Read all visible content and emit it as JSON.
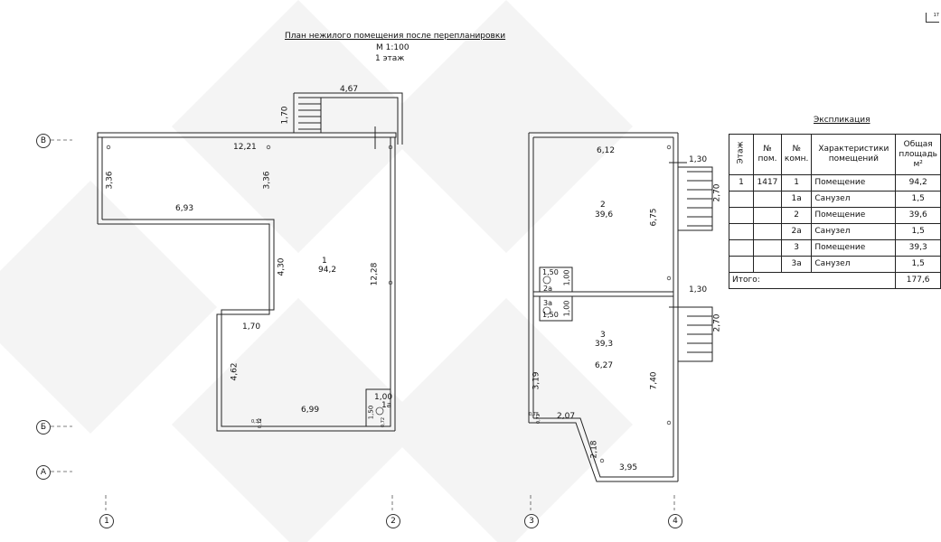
{
  "title": {
    "line1": "План нежилого помещения после перепланировки",
    "line2": "М 1:100",
    "line3": "1 этаж"
  },
  "axes": {
    "rows": [
      "В",
      "Б",
      "А"
    ],
    "cols": [
      "1",
      "2",
      "3",
      "4"
    ]
  },
  "plan_left": {
    "dims": [
      "4,67",
      "1,70",
      "12,21",
      "3,36",
      "3,36",
      "6,93",
      "4,30",
      "12,28",
      "1,70",
      "4,62",
      "6,99",
      "1,00",
      "1,50",
      "0,33",
      "0,72",
      "0,72"
    ],
    "room": {
      "number": "1",
      "area": "94,2"
    },
    "wc": {
      "number": "1а"
    }
  },
  "plan_right": {
    "dims": [
      "6,12",
      "1,30",
      "2,70",
      "6,75",
      "1,50",
      "1,00",
      "1,00",
      "1,50",
      "1,30",
      "2,70",
      "6,27",
      "7,40",
      "3,19",
      "2,07",
      "2,18",
      "3,95",
      "0,75",
      "0,72"
    ],
    "room2": {
      "number": "2",
      "area": "39,6"
    },
    "room3": {
      "number": "3",
      "area": "39,3"
    },
    "wc2": {
      "number": "2а"
    },
    "wc3": {
      "number": "3а"
    }
  },
  "explication": {
    "caption": "Экспликация",
    "headers": [
      "Этаж",
      "№ пом.",
      "№ комн.",
      "Характеристики помещений",
      "Общая площадь м²"
    ],
    "rows": [
      {
        "floor": "1",
        "premise": "1417",
        "room": "1",
        "desc": "Помещение",
        "area": "94,2"
      },
      {
        "floor": "",
        "premise": "",
        "room": "1а",
        "desc": "Санузел",
        "area": "1,5"
      },
      {
        "floor": "",
        "premise": "",
        "room": "2",
        "desc": "Помещение",
        "area": "39,6"
      },
      {
        "floor": "",
        "premise": "",
        "room": "2а",
        "desc": "Санузел",
        "area": "1,5"
      },
      {
        "floor": "",
        "premise": "",
        "room": "3",
        "desc": "Помещение",
        "area": "39,3"
      },
      {
        "floor": "",
        "premise": "",
        "room": "3а",
        "desc": "Санузел",
        "area": "1,5"
      }
    ],
    "total_label": "Итого:",
    "total_value": "177,6"
  },
  "corner_mark": "17",
  "colors": {
    "line": "#222222",
    "watermark": "#f3f3f3"
  }
}
